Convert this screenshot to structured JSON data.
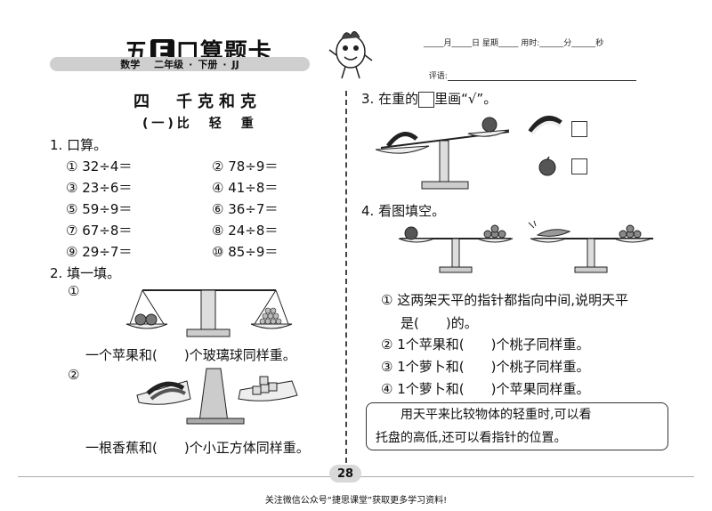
{
  "header": {
    "title_pre": "五",
    "title_e": "E",
    "title_post": "口算题卡",
    "subject": "数学",
    "grade": "二年级",
    "volume": "下册",
    "edition": "JJ",
    "date_line": "_____月_____日 星期_____ 用时:______分______秒",
    "comment_label": "评语:"
  },
  "section": {
    "title": "四　千克和克",
    "subtitle": "(一)比　轻　重"
  },
  "q1": {
    "label": "1. 口算。",
    "items": [
      "① 32÷4＝",
      "② 78÷9＝",
      "③ 23÷6＝",
      "④ 41÷8＝",
      "⑤ 59÷9＝",
      "⑥ 36÷7＝",
      "⑦ 67÷8＝",
      "⑧ 24÷8＝",
      "⑨ 29÷7＝",
      "⑩ 85÷9＝"
    ]
  },
  "q2": {
    "label": "2. 填一填。",
    "sub1": "①",
    "sub1_text": "一个苹果和(　　)个玻璃球同样重。",
    "sub2": "②",
    "sub2_text": "一根香蕉和(　　)个小正方体同样重。"
  },
  "q3": {
    "label": "3. 在重的",
    "label_end": "里画“√”。"
  },
  "q4": {
    "label": "4. 看图填空。",
    "items": [
      "① 这两架天平的指针都指向中间,说明天平",
      "是(　　)的。",
      "② 1个苹果和(　　)个桃子同样重。",
      "③ 1个萝卜和(　　)个桃子同样重。",
      "④ 1个萝卜和(　　)个苹果同样重。"
    ]
  },
  "tip": {
    "line1": "用天平来比较物体的轻重时,可以看",
    "line2": "托盘的高低,还可以看指针的位置。"
  },
  "page_number": "28",
  "footer": "关注微信公众号“捷思课堂”获取更多学习资料!"
}
